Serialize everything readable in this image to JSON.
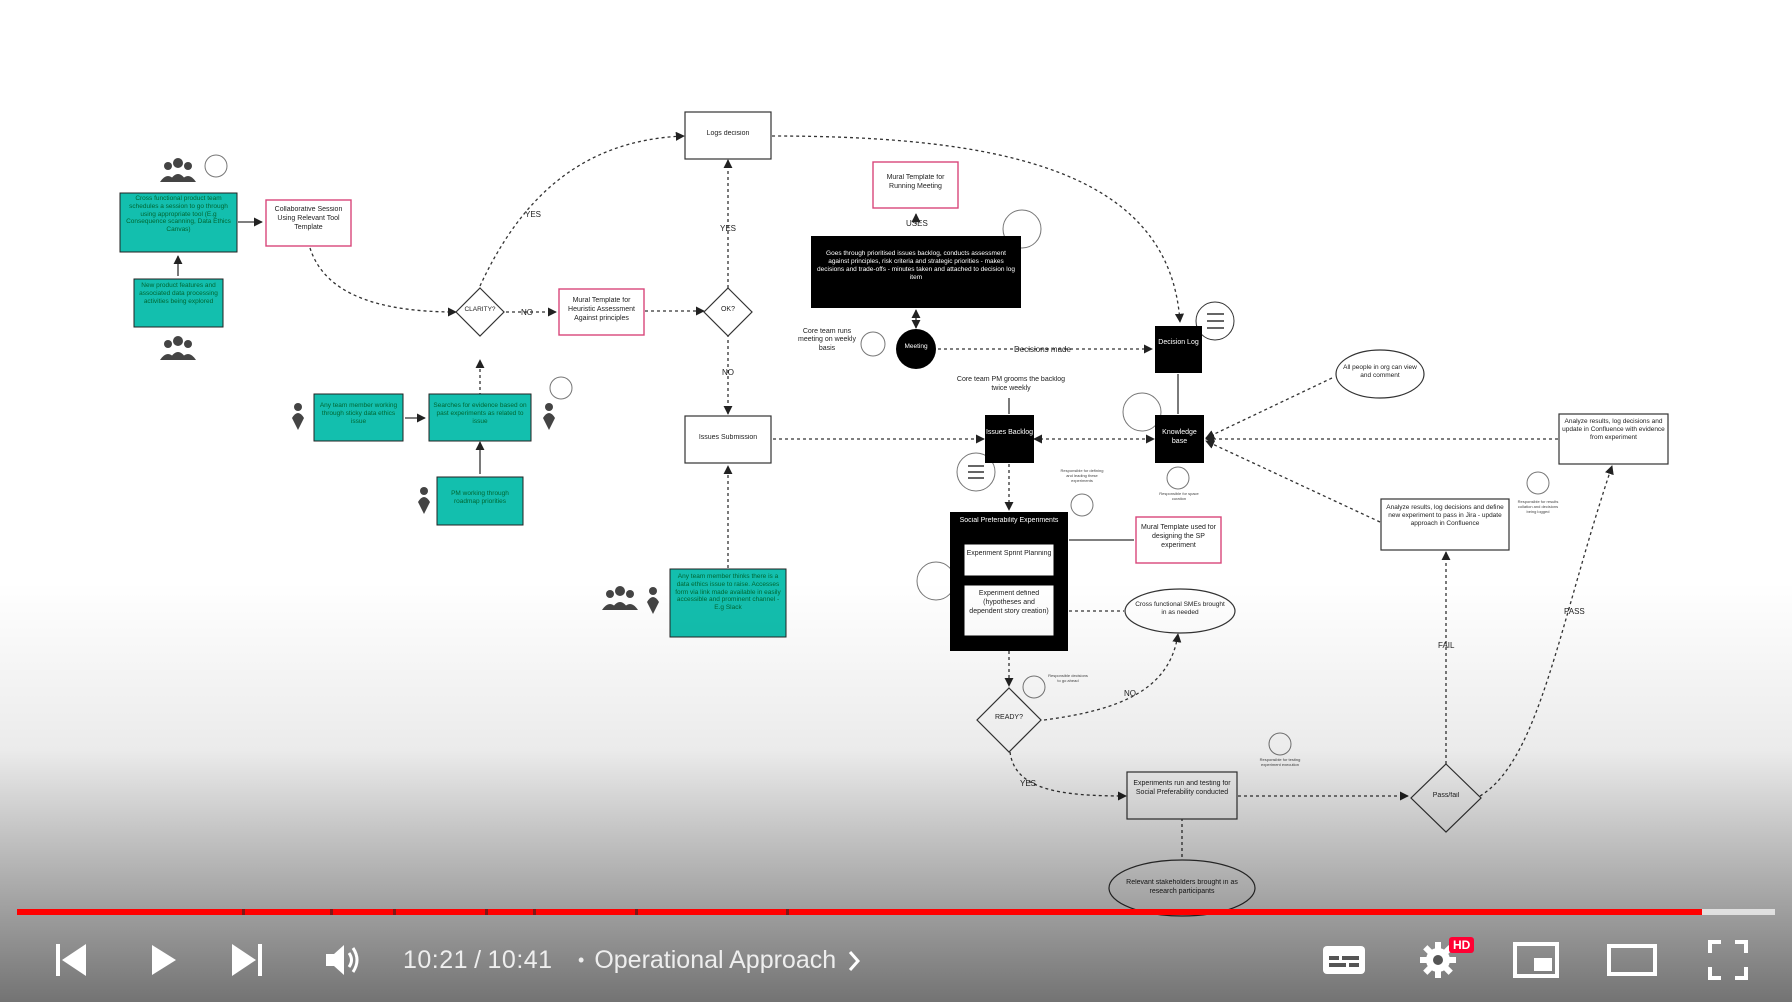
{
  "diagram": {
    "nodes": {
      "cross_functional": "Cross functional product team schedules a session to go through using appropriate tool (E.g Consequence scanning, Data Ethics Canvas)",
      "collab_session": "Collaborative Session Using Relevant Tool Template",
      "new_features": "New product features and associated data processing activities being explored",
      "clarity": "CLARITY?",
      "mural_heuristic": "Mural Template for Heuristic Assessment Against principles",
      "ok": "OK?",
      "logs_decision": "Logs decision",
      "any_member_sticky": "Any team member working through sticky data ethics issue",
      "searches_evidence": "Searches for evidence based on past experiments as related to issue",
      "pm_roadmap": "PM working through roadmap priorities",
      "issues_submission": "Issues Submission",
      "any_member_raise": "Any team member thinks there is a data ethics issue to raise. Accesses form via link made available in easily accessible and prominent channel - E.g Slack",
      "mural_meeting": "Mural Template for Running Meeting",
      "goes_through": "Goes through prioritised issues backlog, conducts assessment against principles, risk criteria and strategic priorities - makes decisions and trade-offs - minutes taken and attached to decision log item",
      "core_team_runs": "Core team runs meeting on weekly basis",
      "meeting": "Meeting",
      "decision_log": "Decision Log",
      "knowledge_base": "Knowledge base",
      "all_people": "All people in org can view and comment",
      "core_team_pm": "Core team PM grooms the backlog twice weekly",
      "issues_backlog": "Issues Backlog",
      "spe_title": "Social Preferability Experiments",
      "spe_sprint": "Experiment Sprint Planning",
      "spe_defined": "Experiment defined (hypotheses and dependent story creation)",
      "mural_sp": "Mural Template used for designing the SP experiment",
      "cross_smes": "Cross functional SMEs brought in as needed",
      "ready": "READY?",
      "experiments_run": "Experiments run and testing for Social Preferability conducted",
      "relevant_stakeholders": "Relevant stakeholders brought in as research participants",
      "pass_fail": "Pass/fail",
      "analyze_define": "Analyze results, log decisions and define new experiment to pass in Jira - update approach in Confluence",
      "analyze_update": "Analyze results, log decisions and update in Confluence with evidence from experiment",
      "resp_defining": "Responsible for defining and leading these experiments",
      "resp_knowledge": "Responsible for space curation",
      "resp_decisions": "Responsible decisions to go ahead",
      "resp_testing": "Responsible for testing experiment execution",
      "resp_results": "Responsible for results collation and decisions being logged"
    },
    "labels": {
      "yes1": "YES",
      "yes2": "YES",
      "yes3": "YES",
      "no1": "NO",
      "no2": "NO",
      "no3": "NO",
      "uses": "USES",
      "decisions_made": "Decisions made",
      "fail": "FAIL",
      "pass": "PASS"
    },
    "colors": {
      "teal": "#13bfae",
      "pink": "#d9467a",
      "black": "#000000"
    }
  },
  "player": {
    "current_time": "10:21",
    "separator": "/",
    "duration": "10:41",
    "chapter_title": "Operational Approach",
    "hd_badge": "HD",
    "progress_played": 0.9585,
    "icons": [
      "previous-icon",
      "play-icon",
      "next-icon",
      "volume-icon",
      "subtitles-icon",
      "settings-icon",
      "miniplayer-icon",
      "theater-icon",
      "fullscreen-icon"
    ]
  }
}
